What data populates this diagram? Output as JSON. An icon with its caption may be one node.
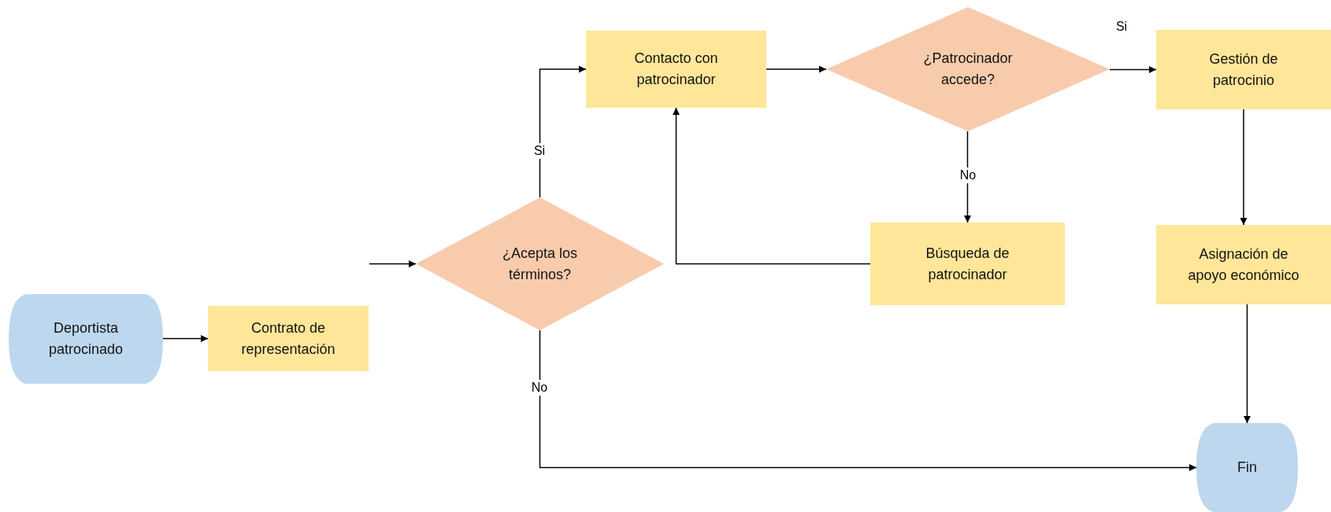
{
  "diagram": {
    "nodes": [
      {
        "text": [
          "Deportista patrocinado"
        ]
      },
      {
        "text": [
          "Contrato de representación"
        ]
      },
      {
        "text": [
          "¿Acepta los términos?"
        ]
      },
      {
        "text": [
          "Contacto con patrocinador"
        ]
      },
      {
        "text": [
          "¿Patrocinador accede?"
        ]
      },
      {
        "text": [
          "Gestión de patrocinio"
        ]
      },
      {
        "text": [
          "Búsqueda de patrocinador"
        ]
      },
      {
        "text": [
          "Asignación de apoyo económico"
        ]
      },
      {
        "text": [
          "Fin"
        ]
      }
    ],
    "edges": [
      {
        "from": 0,
        "to": 1,
        "arrow": "to"
      },
      {
        "from": null,
        "to": 2,
        "arrow": "to"
      },
      {
        "from": 2,
        "to": 3,
        "arrow": "to",
        "label": "Si"
      },
      {
        "from": 2,
        "to": 8,
        "arrow": "to",
        "label": "No"
      },
      {
        "from": 3,
        "to": 4,
        "arrow": "to"
      },
      {
        "from": 4,
        "to": 5,
        "arrow": "to",
        "label": "Si"
      },
      {
        "from": 4,
        "to": 6,
        "arrow": "to",
        "label": "No"
      },
      {
        "from": 6,
        "to": 3,
        "arrow": "to"
      },
      {
        "from": 5,
        "to": 7,
        "arrow": "to"
      },
      {
        "from": 7,
        "to": 8,
        "arrow": "to"
      }
    ]
  }
}
